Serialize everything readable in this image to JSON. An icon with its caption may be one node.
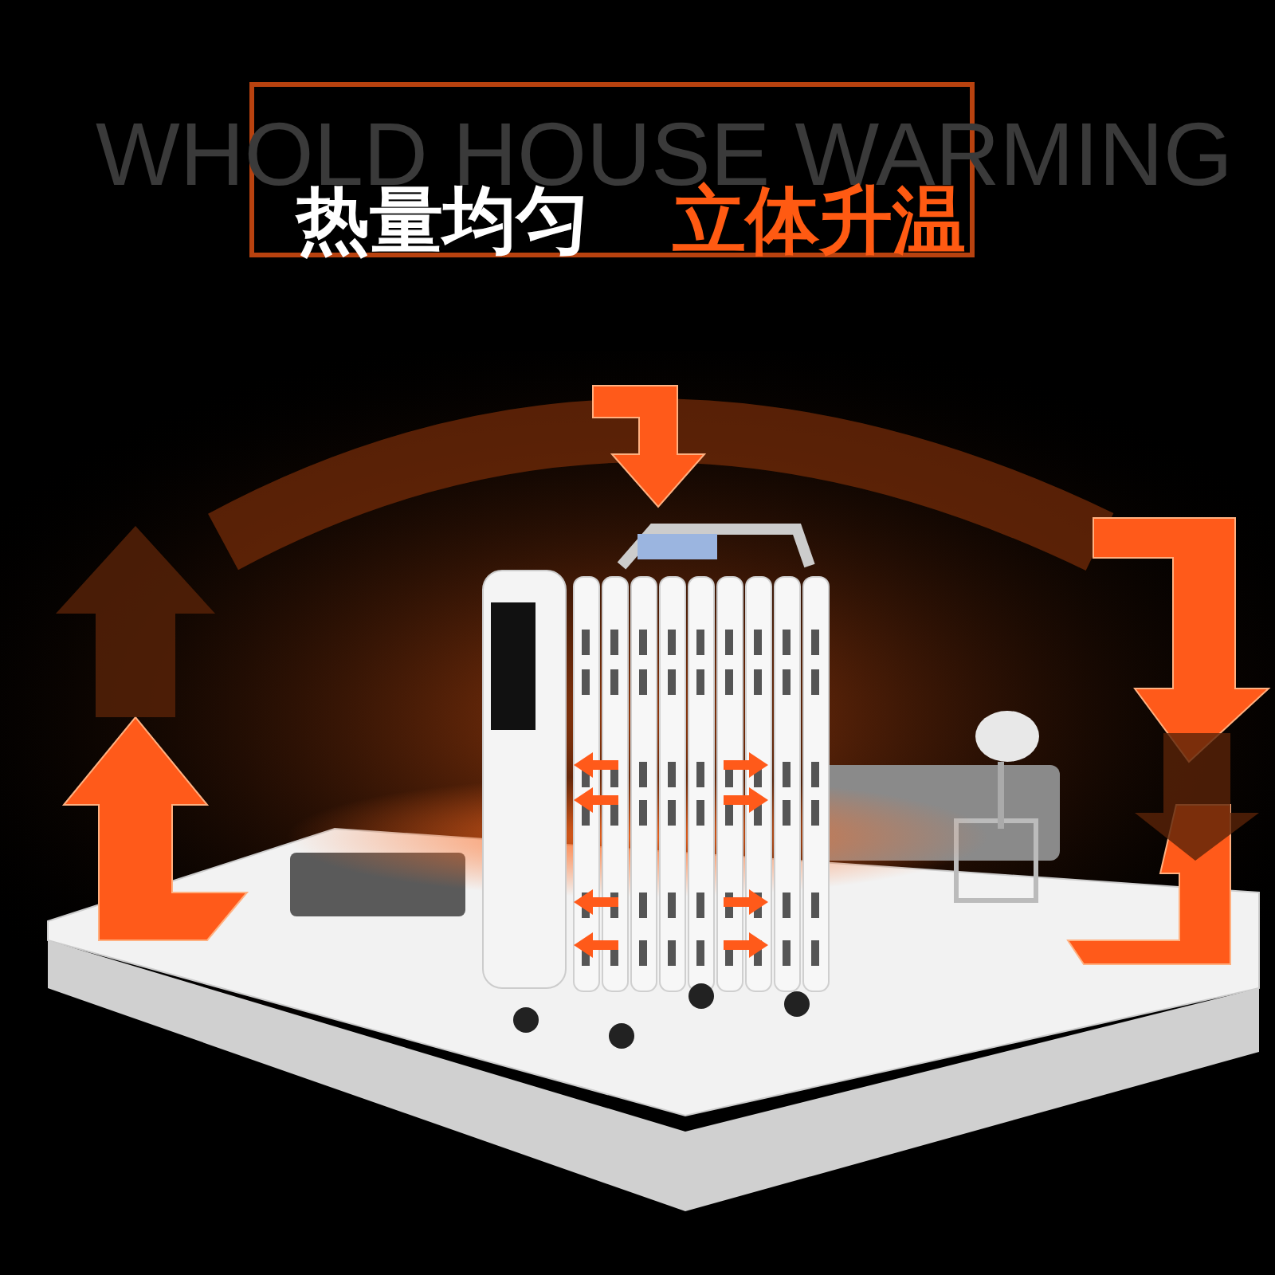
{
  "diagram": {
    "labels": [
      "WHOLD HOUSE WARMING",
      "热量均匀",
      "立体升温"
    ]
  }
}
